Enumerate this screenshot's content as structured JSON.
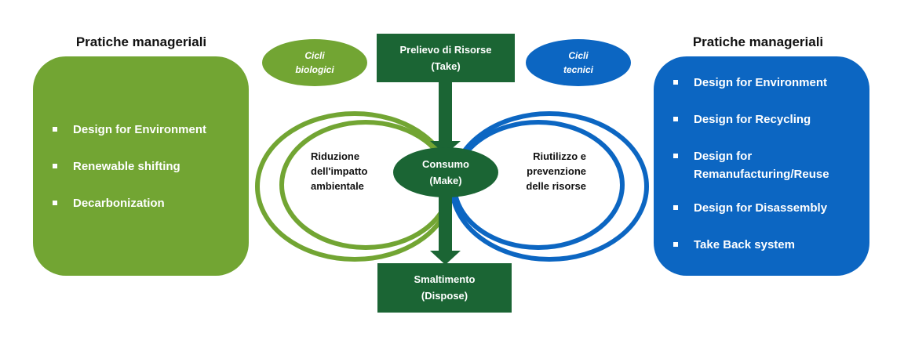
{
  "colors": {
    "green": "#72a533",
    "blue": "#0c66c2",
    "dark_green": "#1b6534",
    "text": "#111111",
    "panel_text": "#ffffff"
  },
  "left": {
    "title": "Pratiche manageriali",
    "items": [
      {
        "label": "Design for Environment"
      },
      {
        "label": "Renewable shifting"
      },
      {
        "label": "Decarbonization"
      }
    ]
  },
  "right": {
    "title": "Pratiche manageriali",
    "items": [
      {
        "label": "Design for Environment"
      },
      {
        "label": "Design for Recycling"
      },
      {
        "label": "Design for Remanufacturing/Reuse"
      },
      {
        "label": "Design for Disassembly"
      },
      {
        "label": "Take Back system"
      }
    ]
  },
  "center": {
    "take": {
      "line1": "Prelievo di Risorse",
      "line2": "(Take)"
    },
    "make": {
      "line1": "Consumo",
      "line2": "(Make)"
    },
    "dispose": {
      "line1": "Smaltimento",
      "line2": "(Dispose)"
    },
    "bio_cycle": {
      "line1": "Cicli",
      "line2": "biologici"
    },
    "tech_cycle": {
      "line1": "Cicli",
      "line2": "tecnici"
    },
    "bio_text": {
      "line1": "Riduzione",
      "line2": "dell'impatto",
      "line3": "ambientale"
    },
    "tech_text": {
      "line1": "Riutilizzo e",
      "line2": "prevenzione",
      "line3": "delle risorse"
    }
  }
}
